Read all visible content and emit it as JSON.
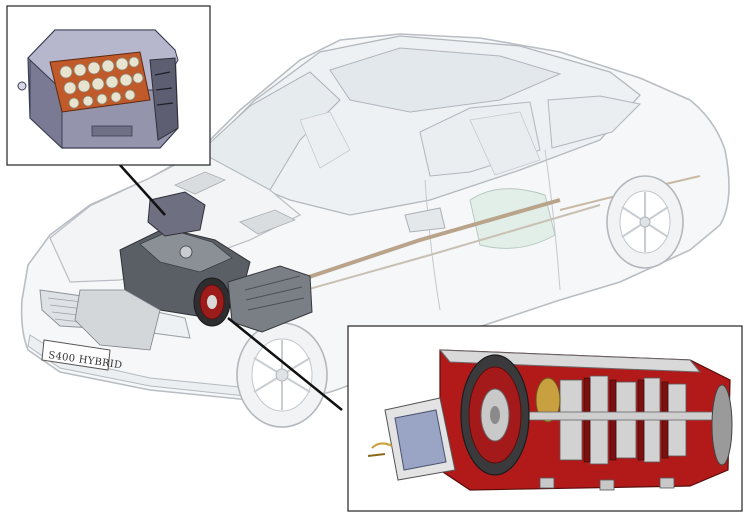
{
  "license_plate": {
    "text": "S400 HYBRID"
  },
  "colors": {
    "body_outline": "#b9bec4",
    "glass": "#e8ecef",
    "engine_dark": "#4d5157",
    "transmission_red": "#b21a1a",
    "battery_purple": "#8a8aa6",
    "callout_line": "#111111",
    "inset_border": "#222222"
  },
  "icons": {
    "battery_inset": "lithium-ion-battery-cutaway",
    "transmission_inset": "hybrid-transmission-cutaway"
  }
}
